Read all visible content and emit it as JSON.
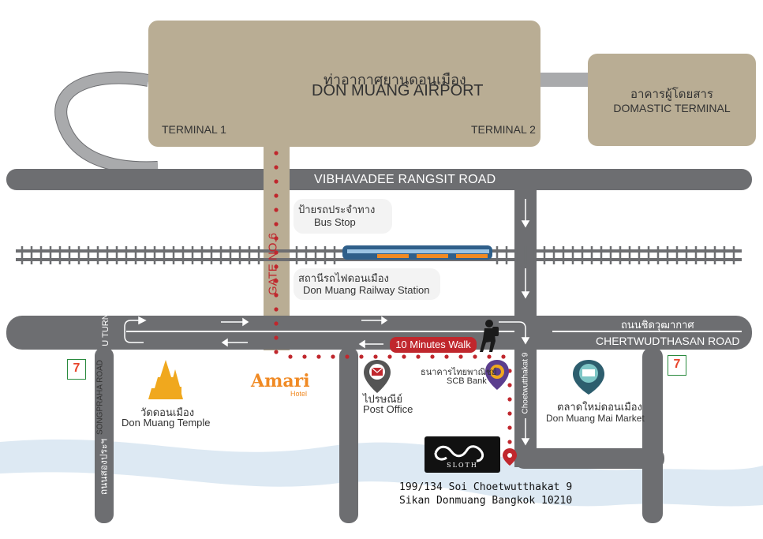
{
  "airport": {
    "name_th": "ท่าอากาศยานดอนเมือง",
    "name_en": "DON MUANG AIRPORT",
    "terminal_1": "TERMINAL 1",
    "terminal_2": "TERMINAL 2"
  },
  "domestic_terminal": {
    "name_th": "อาคารผู้โดยสาร",
    "name_en": "DOMASTIC TERMINAL"
  },
  "roads": {
    "vibhavadee": "VIBHAVADEE RANGSIT ROAD",
    "gate": "GATE NO.6",
    "u_turn": "U TURN",
    "songpraha_en": "SONGPRAHA ROAD",
    "songpraha_th": "ถนนสองประฯ",
    "chertwudthasan_th": "ถนนชิดวุฒากาศ",
    "chertwudthasan_en": "CHERTWUDTHASAN ROAD",
    "choetwutthakat": "Choetwutthakat 9"
  },
  "bus_stop": {
    "th": "ป้ายรถประจำทาง",
    "en": "Bus Stop"
  },
  "railway_station": {
    "th": "สถานีรถไฟดอนเมือง",
    "en": "Don Muang Railway Station"
  },
  "walk_label": "10 Minutes Walk",
  "temple": {
    "th": "วัดดอนเมือง",
    "en": "Don Muang Temple"
  },
  "amari": {
    "name": "Amari",
    "sub": "Hotel"
  },
  "post_office": {
    "th": "ไปรษณีย์",
    "en": "Post Office"
  },
  "bank": {
    "th": "ธนาคารไทยพาณิชย์",
    "en": "SCB Bank"
  },
  "market": {
    "th": "ตลาดใหม่ดอนเมือง",
    "en": "Don Muang Mai Market"
  },
  "hotel": {
    "logo_text": "SLOTH",
    "address_line1": "199/134 Soi Choetwutthakat 9",
    "address_line2": "Sikan Donmuang Bangkok 10210"
  },
  "seven_eleven": "7",
  "colors": {
    "beige": "#b9ad94",
    "road": "#6d6e71",
    "red": "#c0272d",
    "orange": "#f08a24",
    "river": "#dde9f3",
    "bank_purple": "#5b3e8e",
    "market_teal": "#2d8a8a"
  }
}
